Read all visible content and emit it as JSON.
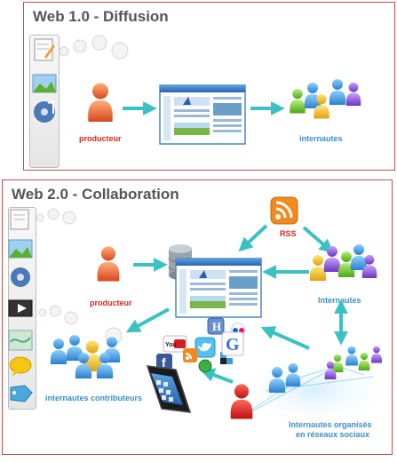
{
  "panel1": {
    "title": "Web 1.0 - Diffusion",
    "producer_label": "producteur",
    "users_label": "internautes"
  },
  "panel2": {
    "title": "Web 2.0 - Collaboration",
    "producer_label": "producteur",
    "rss_label": "RSS",
    "users_label": "Internautes",
    "contributors_label": "internautes contributeurs",
    "social_label_line1": "Internautes organisés",
    "social_label_line2": "en réseaux sociaux"
  },
  "colors": {
    "border": "#c0504d",
    "arrow": "#3bc1c4",
    "producer": "#e8562a",
    "label_red": "#d42a1a",
    "label_blue": "#3a8fc7"
  },
  "icons": [
    "document-icon",
    "image-icon",
    "music-icon",
    "video-icon",
    "map-icon",
    "chat-bubble-icon",
    "tag-icon",
    "rss-icon",
    "youtube-icon",
    "twitter-icon",
    "google-icon",
    "facebook-icon",
    "delicious-icon",
    "flickr-icon",
    "smartphone-icon"
  ]
}
